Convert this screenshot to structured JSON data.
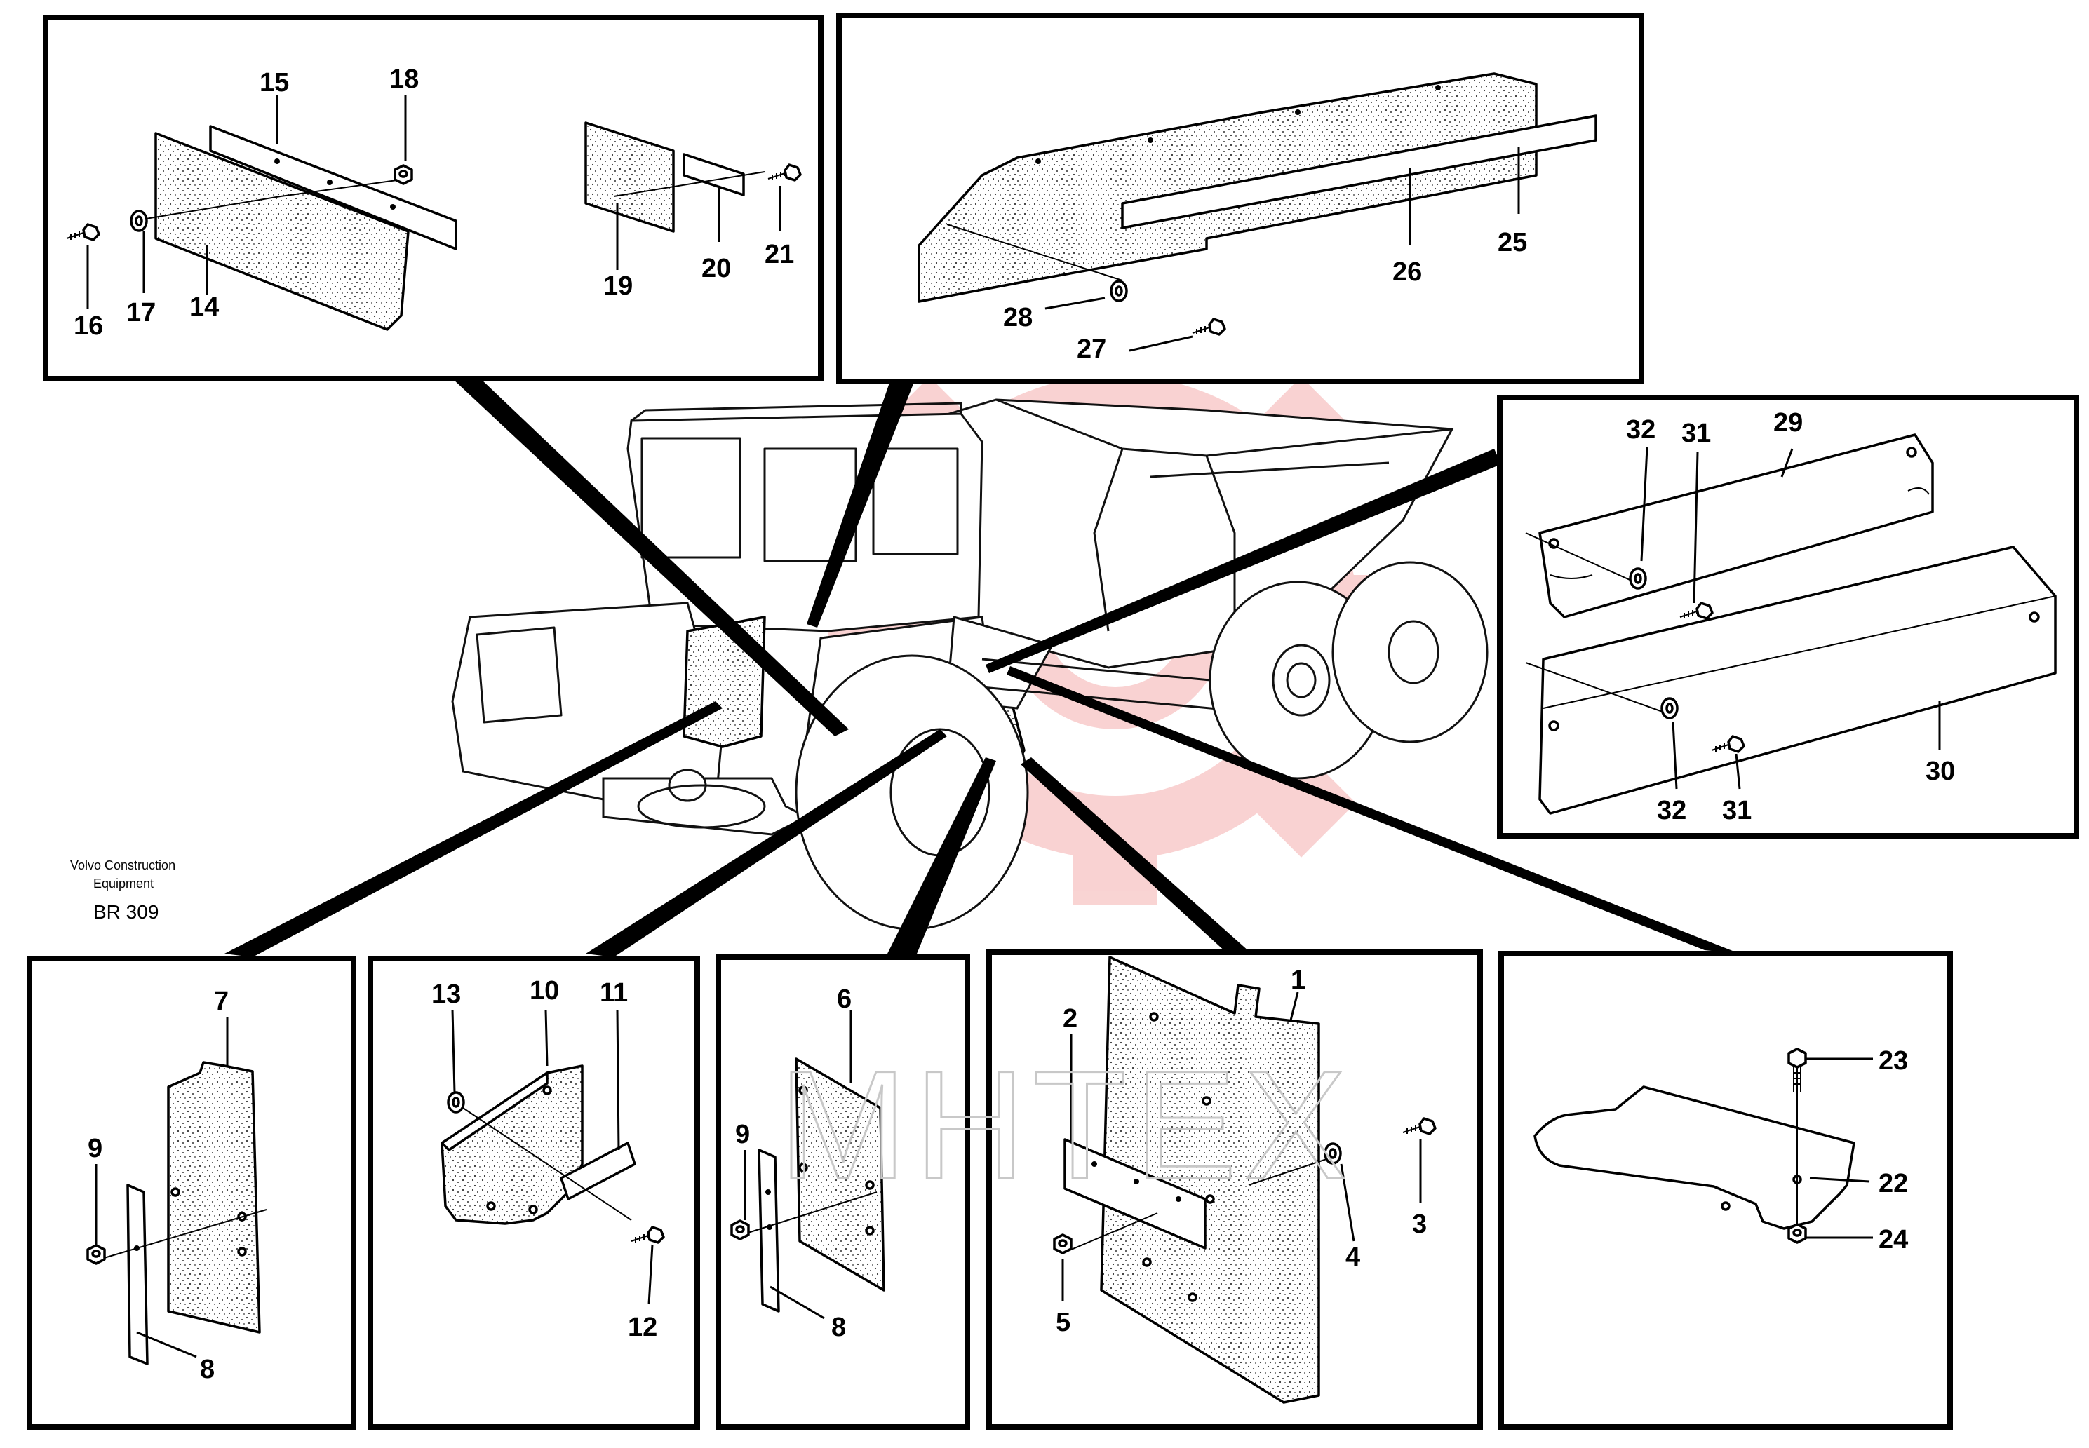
{
  "caption": {
    "company_line1": "Volvo Construction",
    "company_line2": "Equipment",
    "code": "BR 309"
  },
  "watermark": {
    "text": "MHTEX",
    "logo_color": "#e53935"
  },
  "callouts": {
    "p1": {
      "n14": "14",
      "n15": "15",
      "n16": "16",
      "n17": "17",
      "n18": "18",
      "n19": "19",
      "n20": "20",
      "n21": "21"
    },
    "p2": {
      "n25": "25",
      "n26": "26",
      "n27": "27",
      "n28": "28"
    },
    "p3": {
      "n29": "29",
      "n30": "30",
      "n31a": "31",
      "n31b": "31",
      "n32a": "32",
      "n32b": "32"
    },
    "p4": {
      "n7": "7",
      "n8": "8",
      "n9": "9"
    },
    "p5": {
      "n10": "10",
      "n11": "11",
      "n12": "12",
      "n13": "13"
    },
    "p6": {
      "n6": "6",
      "n8": "8",
      "n9": "9"
    },
    "p7": {
      "n1": "1",
      "n2": "2",
      "n3": "3",
      "n4": "4",
      "n5": "5"
    },
    "p8": {
      "n22": "22",
      "n23": "23",
      "n24": "24"
    }
  }
}
